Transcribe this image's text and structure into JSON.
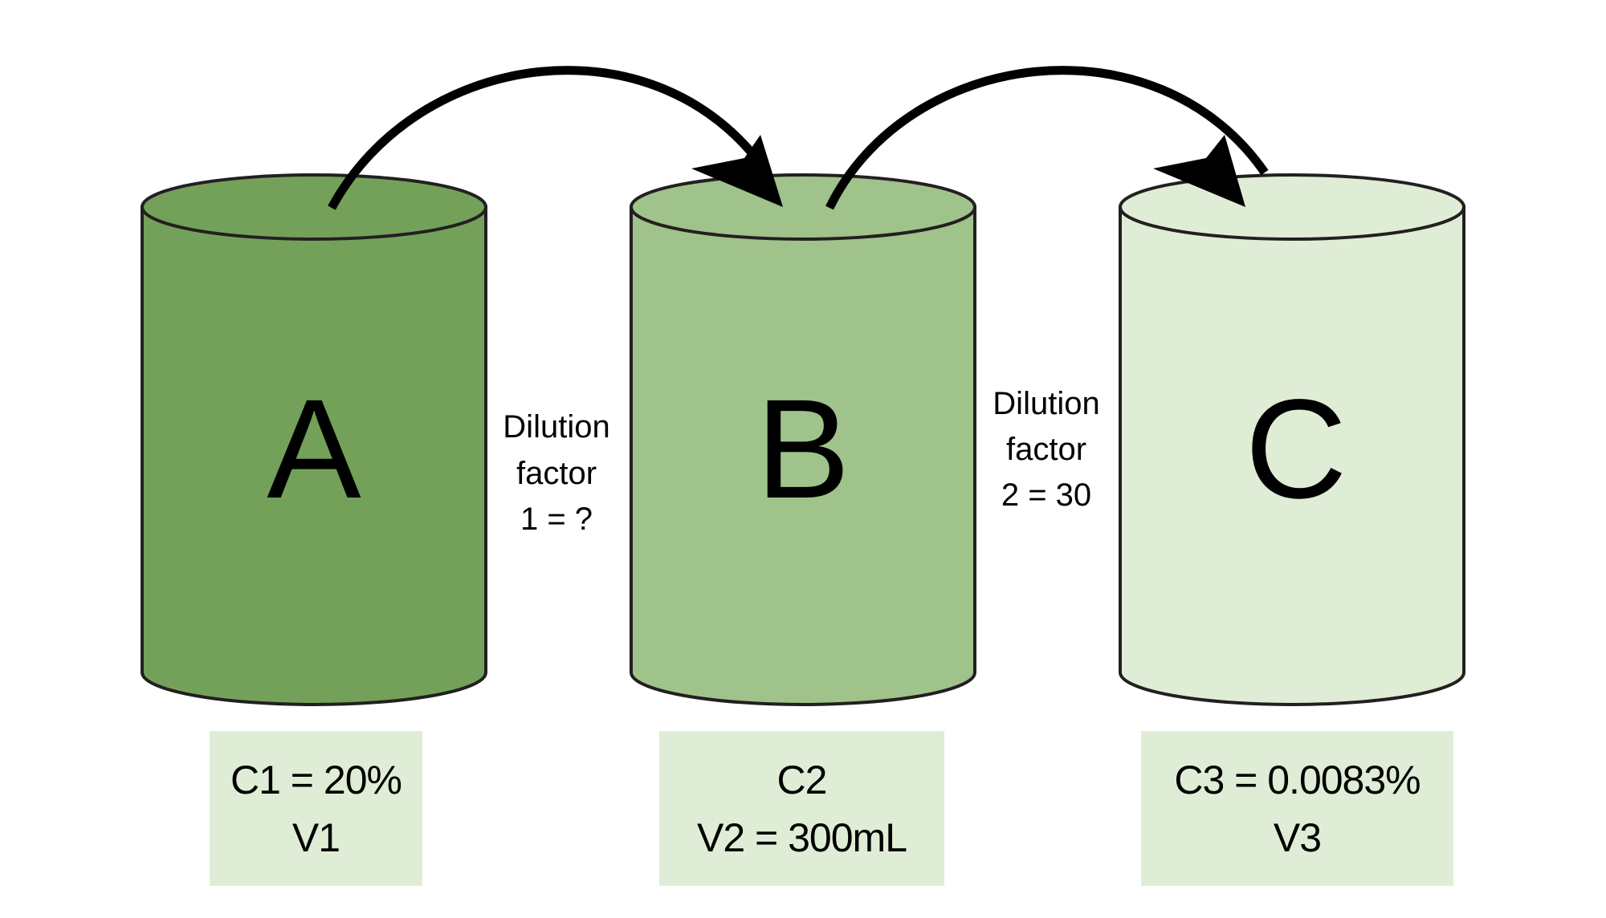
{
  "containers": [
    {
      "id": "A",
      "letter": "A",
      "fill": "#74A15A"
    },
    {
      "id": "B",
      "letter": "B",
      "fill": "#A0C28B"
    },
    {
      "id": "C",
      "letter": "C",
      "fill": "#E0EDD6"
    }
  ],
  "dilution_factors": [
    {
      "line1": "Dilution",
      "line2": "factor",
      "line3": "1 = ?"
    },
    {
      "line1": "Dilution",
      "line2": "factor",
      "line3": "2 = 30"
    }
  ],
  "labels": [
    {
      "line1": "C1 = 20%",
      "line2": "V1"
    },
    {
      "line1": "C2",
      "line2": "V2 = 300mL"
    },
    {
      "line1": "C3 = 0.0083%",
      "line2": "V3"
    }
  ],
  "colors": {
    "stroke": "#231F20",
    "arrow": "#000000",
    "label_box": "#E0EDD6"
  }
}
